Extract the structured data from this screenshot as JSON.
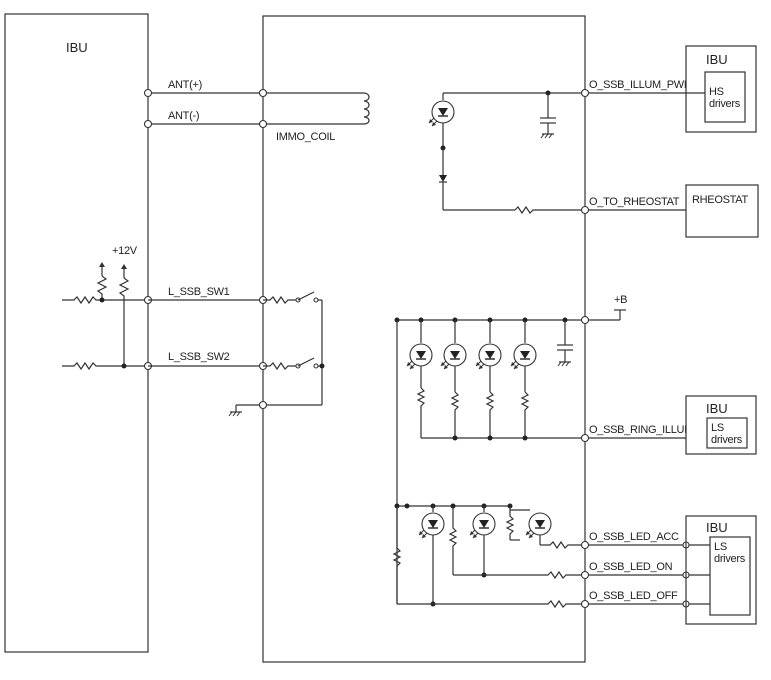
{
  "left_module": {
    "label": "IBU"
  },
  "antenna": {
    "ant_pos": "ANT(+)",
    "ant_neg": "ANT(-)",
    "coil": "IMMO_COIL"
  },
  "switch_section": {
    "supply": "+12V",
    "sw1": "L_SSB_SW1",
    "sw2": "L_SSB_SW2"
  },
  "right_signals": {
    "illum_pwr": "O_SSB_ILLUM_PWR",
    "rheostat_sig": "O_TO_RHEOSTAT",
    "battery": "+B",
    "ring_illum": "O_SSB_RING_ILLUM",
    "led_acc": "O_SSB_LED_ACC",
    "led_on": "O_SSB_LED_ON",
    "led_off": "O_SSB_LED_OFF"
  },
  "right_modules": {
    "ibu_hs": {
      "title": "IBU",
      "driver_line1": "HS",
      "driver_line2": "drivers"
    },
    "rheostat": {
      "title": "RHEOSTAT"
    },
    "ibu_ls_ring": {
      "title": "IBU",
      "driver_line1": "LS",
      "driver_line2": "drivers"
    },
    "ibu_ls_led": {
      "title": "IBU",
      "driver_line1": "LS",
      "driver_line2": "drivers"
    }
  }
}
